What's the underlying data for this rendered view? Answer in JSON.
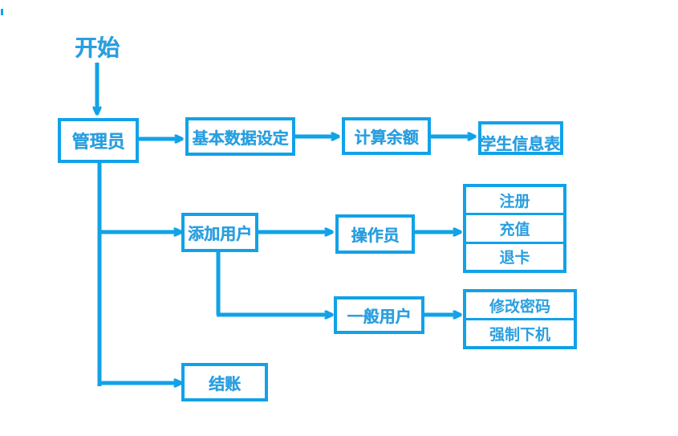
{
  "diagram": {
    "title_label": "开始",
    "accent_color": "#11a2e8",
    "text_color": "#2a9fe0",
    "background_color": "#ffffff",
    "nodes": {
      "admin": "管理员",
      "basic_data": "基本数据设定",
      "calc_balance": "计算余额",
      "student_info": "学生信息表",
      "add_user": "添加用户",
      "operator": "操作员",
      "general_user": "一般用户",
      "settle": "结账"
    },
    "operator_actions": [
      "注册",
      "充值",
      "退卡"
    ],
    "general_user_actions": [
      "修改密码",
      "强制下机"
    ]
  }
}
